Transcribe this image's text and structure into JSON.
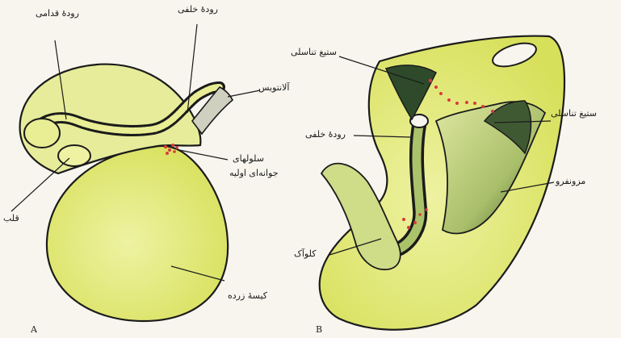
{
  "panel_a": {
    "letter": "A",
    "labels": {
      "foregut": "رودهٔ قدامی",
      "hindgut": "رودهٔ خلفی",
      "allantois": "آلانتویس",
      "germ_cells_1": "سلولهای",
      "germ_cells_2": "جوانه‌ای اولیه",
      "heart": "قلب",
      "yolk_sac": "کیسهٔ زرده"
    }
  },
  "panel_b": {
    "letter": "B",
    "labels": {
      "genital_ridge_left": "ستیغ تناسلی",
      "genital_ridge_right": "ستیغ تناسلی",
      "hindgut": "رودهٔ خلفی",
      "mesonephros": "مزونفرو",
      "cloaca": "کلوآک"
    }
  },
  "colors": {
    "yolk": "#dde56a",
    "yolk_light": "#eef2a2",
    "outline": "#1b1b1b",
    "germ_cells": "#d93a3a",
    "tissue_dark": "#2e4a2a"
  }
}
